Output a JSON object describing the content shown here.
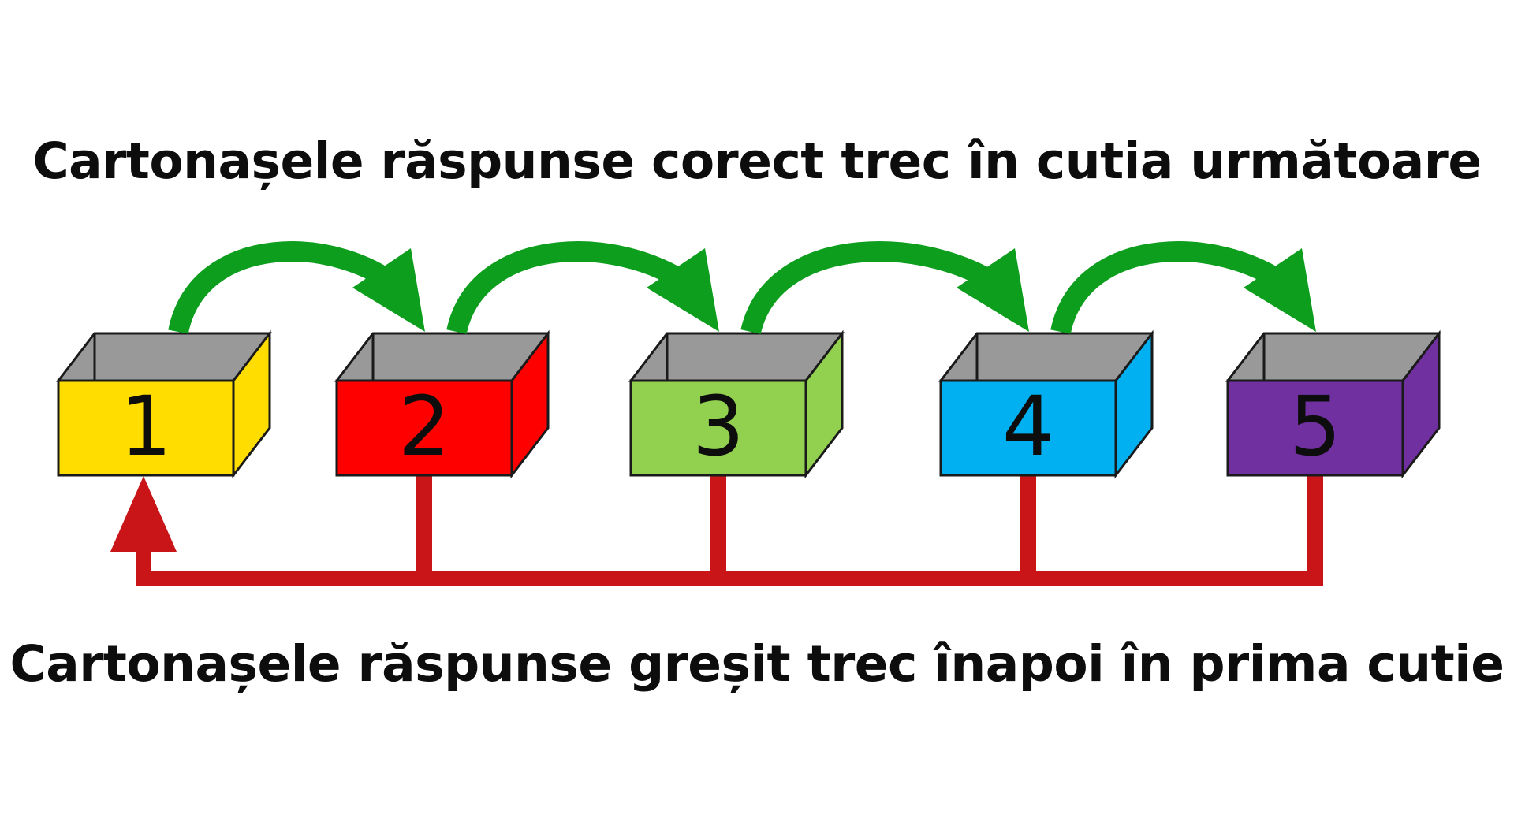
{
  "captions": {
    "top": "Cartonașele răspunse corect trec în cutia următoare",
    "bottom": "Cartonașele răspunse greșit trec înapoi în prima cutie"
  },
  "boxes": [
    {
      "label": "1",
      "color": "#FFDD00"
    },
    {
      "label": "2",
      "color": "#FF0000"
    },
    {
      "label": "3",
      "color": "#92D050"
    },
    {
      "label": "4",
      "color": "#00B0F0"
    },
    {
      "label": "5",
      "color": "#7030A0"
    }
  ],
  "colors": {
    "box_interior": "#999999",
    "forward_arrow": "#0E9E1E",
    "backward_arrow": "#C91518",
    "outline": "#1a1a1a"
  }
}
